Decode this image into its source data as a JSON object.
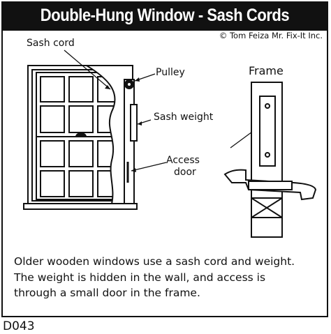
{
  "title": "Double-Hung Window - Sash Cords",
  "credit": "© Tom Feiza Mr. Fix-It Inc.",
  "labels": {
    "sash_cord": "Sash cord",
    "pulley": "Pulley",
    "sash_weight": "Sash weight",
    "access_door_line1": "Access",
    "access_door_line2": "door",
    "frame": "Frame"
  },
  "caption": {
    "line1": "Older wooden windows use a sash cord and weight.",
    "line2": "The weight is hidden in the wall, and access is",
    "line3": "through a small door in the frame."
  },
  "code": "D043"
}
